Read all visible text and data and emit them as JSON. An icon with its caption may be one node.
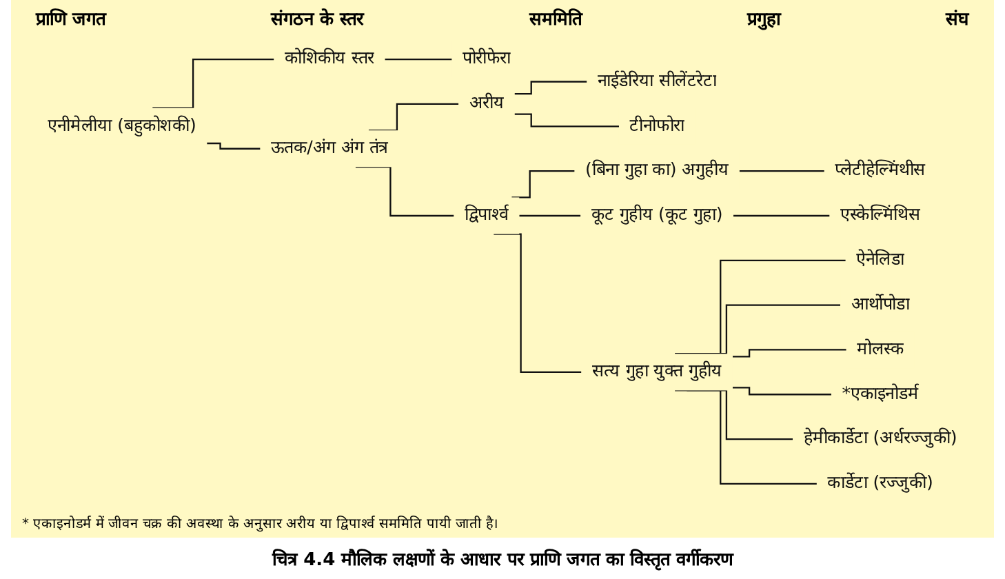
{
  "diagram": {
    "caption": "चित्र 4.4 मौलिक लक्षणों के आधार पर प्राणि जगत का विस्तृत वर्गीकरण",
    "nodes": [
      {
        "text": [
          "एनीमेलीया (बहुकोशकी)"
        ]
      },
      {
        "text": [
          "कोशिकीय स्तर"
        ]
      },
      {
        "text": [
          "ऊतक/अंग अंग तंत्र"
        ]
      },
      {
        "text": [
          "पोरीफेरा"
        ]
      },
      {
        "text": [
          "अरीय"
        ]
      },
      {
        "text": [
          "द्विपार्श्व"
        ]
      },
      {
        "text": [
          "नाईडेरिया सीलेंटरेटा"
        ]
      },
      {
        "text": [
          "टीनोफोरा"
        ]
      },
      {
        "text": [
          "(बिना गुहा का) अगुहीय"
        ]
      },
      {
        "text": [
          "कूट गुहीय (कूट गुहा)"
        ]
      },
      {
        "text": [
          "सत्य गुहा युक्त गुहीय"
        ]
      },
      {
        "text": [
          "प्लेटीहेल्मिंथीस"
        ]
      },
      {
        "text": [
          "एस्केल्मिंथिस"
        ]
      },
      {
        "text": [
          "ऐनेलिडा"
        ]
      },
      {
        "text": [
          "आर्थोपोडा"
        ]
      },
      {
        "text": [
          "मोलस्क"
        ]
      },
      {
        "text": [
          "*एकाइनोडर्म"
        ]
      },
      {
        "text": [
          "हेमीकार्डेटा (अर्धरज्जुकी)"
        ]
      },
      {
        "text": [
          "कार्डेटा (रज्जुकी)"
        ]
      }
    ],
    "edges": [
      {
        "from": 0,
        "to": 1,
        "arrow": "none"
      },
      {
        "from": 0,
        "to": 2,
        "arrow": "none"
      },
      {
        "from": 1,
        "to": 3,
        "arrow": "none"
      },
      {
        "from": 2,
        "to": 4,
        "arrow": "none"
      },
      {
        "from": 2,
        "to": 5,
        "arrow": "none"
      },
      {
        "from": 4,
        "to": 6,
        "arrow": "none"
      },
      {
        "from": 4,
        "to": 7,
        "arrow": "none"
      },
      {
        "from": 5,
        "to": 8,
        "arrow": "none"
      },
      {
        "from": 5,
        "to": 9,
        "arrow": "none"
      },
      {
        "from": 5,
        "to": 10,
        "arrow": "none"
      },
      {
        "from": 8,
        "to": 11,
        "arrow": "none"
      },
      {
        "from": 9,
        "to": 12,
        "arrow": "none"
      },
      {
        "from": 10,
        "to": 13,
        "arrow": "none"
      },
      {
        "from": 10,
        "to": 14,
        "arrow": "none"
      },
      {
        "from": 10,
        "to": 15,
        "arrow": "none"
      },
      {
        "from": 10,
        "to": 16,
        "arrow": "none"
      },
      {
        "from": 10,
        "to": 17,
        "arrow": "none"
      },
      {
        "from": 10,
        "to": 18,
        "arrow": "none"
      }
    ],
    "labels": [
      "प्राणि जगत",
      "संगठन के स्तर",
      "सममिति",
      "प्रगुहा",
      "संघ",
      "* एकाइनोडर्म में जीवन चक्र की अवस्था के अनुसार अरीय या द्विपार्श्व सममिति पायी जाती है।"
    ]
  }
}
